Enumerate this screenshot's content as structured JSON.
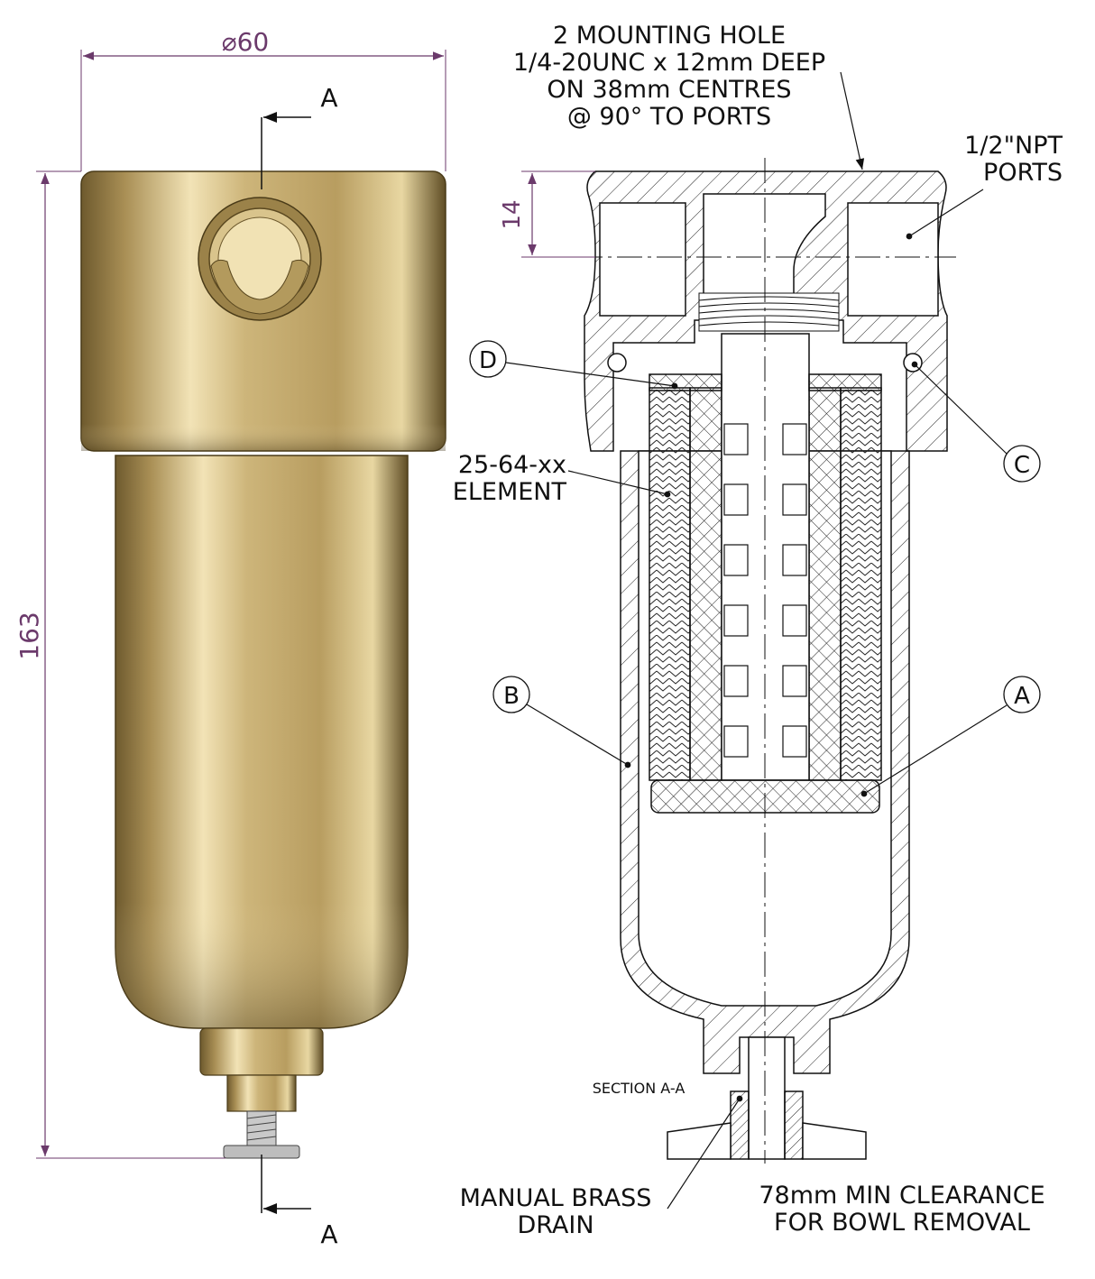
{
  "dimensions": {
    "diameter": "⌀60",
    "height": "163",
    "port_depth": "14"
  },
  "section_marker": "A",
  "section_title": "SECTION A-A",
  "callouts": {
    "mounting_hole": [
      "2 MOUNTING HOLE",
      "1/4-20UNC x 12mm DEEP",
      "ON 38mm CENTRES",
      "@ 90° TO PORTS"
    ],
    "ports": [
      "1/2\"NPT",
      "PORTS"
    ],
    "element": [
      "25-64-xx",
      "ELEMENT"
    ],
    "drain": [
      "MANUAL BRASS",
      "DRAIN"
    ],
    "clearance": [
      "78mm MIN CLEARANCE",
      "FOR BOWL REMOVAL"
    ]
  },
  "item_labels": {
    "a": "A",
    "b": "B",
    "c": "C",
    "d": "D"
  },
  "colors": {
    "brass_light": "#f2e3b6",
    "brass_mid": "#cdb57a",
    "brass_dark": "#6e5a2e",
    "dimension": "#6b3a6b"
  }
}
